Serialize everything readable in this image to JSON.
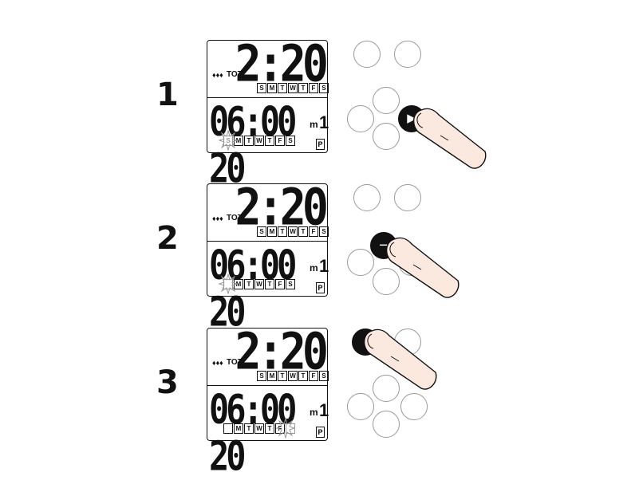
{
  "steps": [
    {
      "number": "1",
      "display": {
        "drops": "♦♦♦",
        "tot": "TOT",
        "top_time": "2:20",
        "bottom_digits": "06:00 20",
        "unit": "m",
        "program_digit": "1",
        "program_label": "P"
      },
      "top_days": [
        "S",
        "M",
        "T",
        "W",
        "T",
        "F",
        "S"
      ],
      "bottom_days": [
        "S",
        "M",
        "T",
        "W",
        "T",
        "F",
        "S"
      ],
      "flashing_day": "S",
      "pressed_button": "right-arrow",
      "icon": "arrow-right-icon"
    },
    {
      "number": "2",
      "display": {
        "drops": "♦♦♦",
        "tot": "TOT",
        "top_time": "2:20",
        "bottom_digits": "06:00 20",
        "unit": "m",
        "program_digit": "1",
        "program_label": "P"
      },
      "top_days": [
        "S",
        "M",
        "T",
        "W",
        "T",
        "F",
        "S"
      ],
      "bottom_days": [
        "",
        "M",
        "T",
        "W",
        "T",
        "F",
        "S"
      ],
      "flashing_day": "blank",
      "pressed_button": "minus",
      "icon": "minus-icon"
    },
    {
      "number": "3",
      "display": {
        "drops": "♦♦♦",
        "tot": "TOT",
        "top_time": "2:20",
        "bottom_digits": "06:00 20",
        "unit": "m",
        "program_digit": "1",
        "program_label": "P"
      },
      "top_days": [
        "S",
        "M",
        "T",
        "W",
        "T",
        "F",
        "S"
      ],
      "bottom_days": [
        "",
        "M",
        "T",
        "W",
        "T",
        "F",
        ""
      ],
      "flashing_day": "S",
      "pressed_button": "top-left",
      "icon": "circle-button-icon"
    }
  ],
  "colors": {
    "ink": "#111111",
    "button_outline": "#999999",
    "finger_fill": "#fbe9e0"
  }
}
